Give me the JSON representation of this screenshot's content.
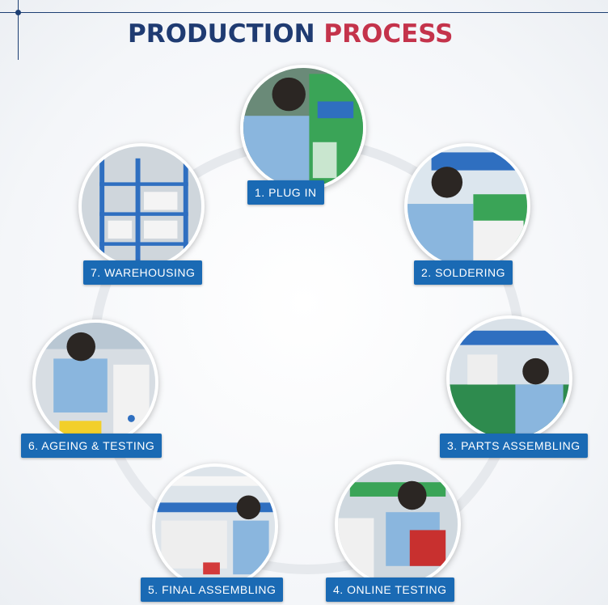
{
  "header": {
    "title_part1": "PRODUCTION",
    "title_part2": "PROCESS"
  },
  "colors": {
    "title_primary": "#1f3b72",
    "title_accent": "#c4334b",
    "label_background": "#1a6ab4",
    "label_text": "#ffffff"
  },
  "steps": [
    {
      "label": "1. PLUG IN",
      "icon": "workers-pcb-photo"
    },
    {
      "label": "2. SOLDERING",
      "icon": "soldering-photo"
    },
    {
      "label": "3. PARTS ASSEMBLING",
      "icon": "parts-assembling-photo"
    },
    {
      "label": "4. ONLINE TESTING",
      "icon": "online-testing-photo"
    },
    {
      "label": "5. FINAL ASSEMBLING",
      "icon": "final-assembling-photo"
    },
    {
      "label": "6. AGEING & TESTING",
      "icon": "ageing-testing-photo"
    },
    {
      "label": "7. WAREHOUSING",
      "icon": "warehousing-photo"
    }
  ]
}
